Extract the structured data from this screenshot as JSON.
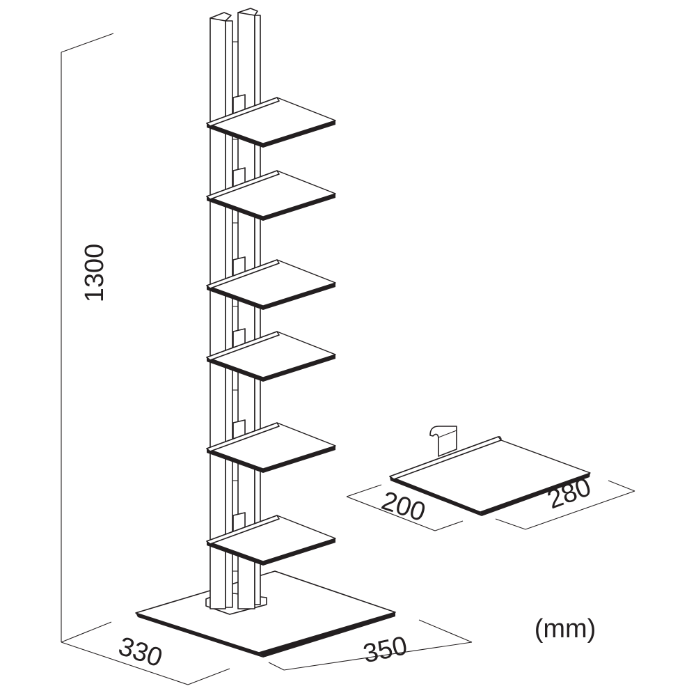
{
  "dimensions": {
    "height": "1300",
    "base_depth": "330",
    "base_width": "350",
    "shelf_depth": "200",
    "shelf_width": "280"
  },
  "unit_label": "(mm)",
  "tower_shelf_count": 6
}
